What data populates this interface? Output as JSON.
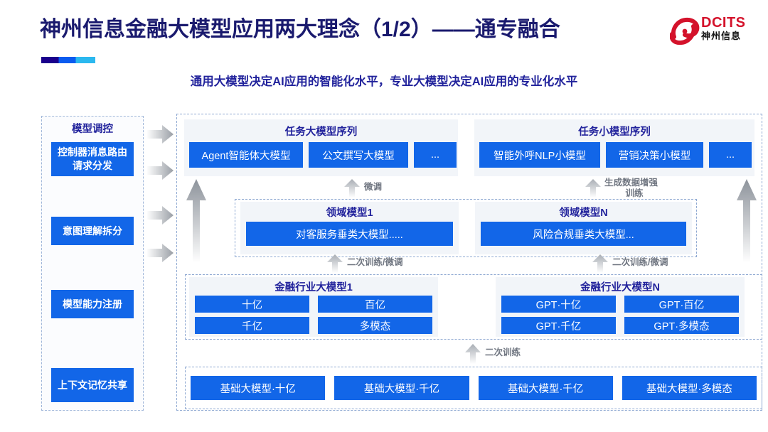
{
  "header": {
    "title": "神州信息金融大模型应用两大理念（1/2）——通专融合",
    "subtitle": "通用大模型决定AI应用的智能化水平，专业大模型决定AI应用的专业化水平",
    "logo": {
      "brand": "DCITS",
      "brand_cn": "神州信息"
    },
    "accent_colors": {
      "title": "#22239c",
      "blue": "#1266e8",
      "logo_red": "#d4122b"
    }
  },
  "left_panel": {
    "title": "模型调控",
    "items": [
      {
        "label": "控制器消息路由请求分发"
      },
      {
        "label": "意图理解拆分"
      },
      {
        "label": "模型能力注册"
      },
      {
        "label": "上下文记忆共享"
      }
    ]
  },
  "task_sequences": [
    {
      "title": "任务大模型序列",
      "chips": [
        "Agent智能体大模型",
        "公文撰写大模型",
        "..."
      ]
    },
    {
      "title": "任务小模型序列",
      "chips": [
        "智能外呼NLP小模型",
        "营销决策小模型",
        "..."
      ]
    }
  ],
  "domain_models": [
    {
      "title": "领域模型1",
      "chip": "对客服务垂类大模型....."
    },
    {
      "title": "领域模型N",
      "chip": "风险合规垂类大模型..."
    }
  ],
  "industry_models": [
    {
      "title": "金融行业大模型1",
      "cells": [
        "十亿",
        "百亿",
        "千亿",
        "多模态"
      ]
    },
    {
      "title": "金融行业大模型N",
      "cells": [
        "GPT·十亿",
        "GPT·百亿",
        "GPT·千亿",
        "GPT·多模态"
      ]
    }
  ],
  "base_models": [
    "基础大模型·十亿",
    "基础大模型·千亿",
    "基础大模型·千亿",
    "基础大模型·多模态"
  ],
  "flow_captions": {
    "fine_tune": "微调",
    "data_aug_line1": "生成数据增强",
    "data_aug_line2": "训练",
    "retrain_tune_left": "二次训练/微调",
    "retrain_tune_right": "二次训练/微调",
    "retrain": "二次训练"
  }
}
